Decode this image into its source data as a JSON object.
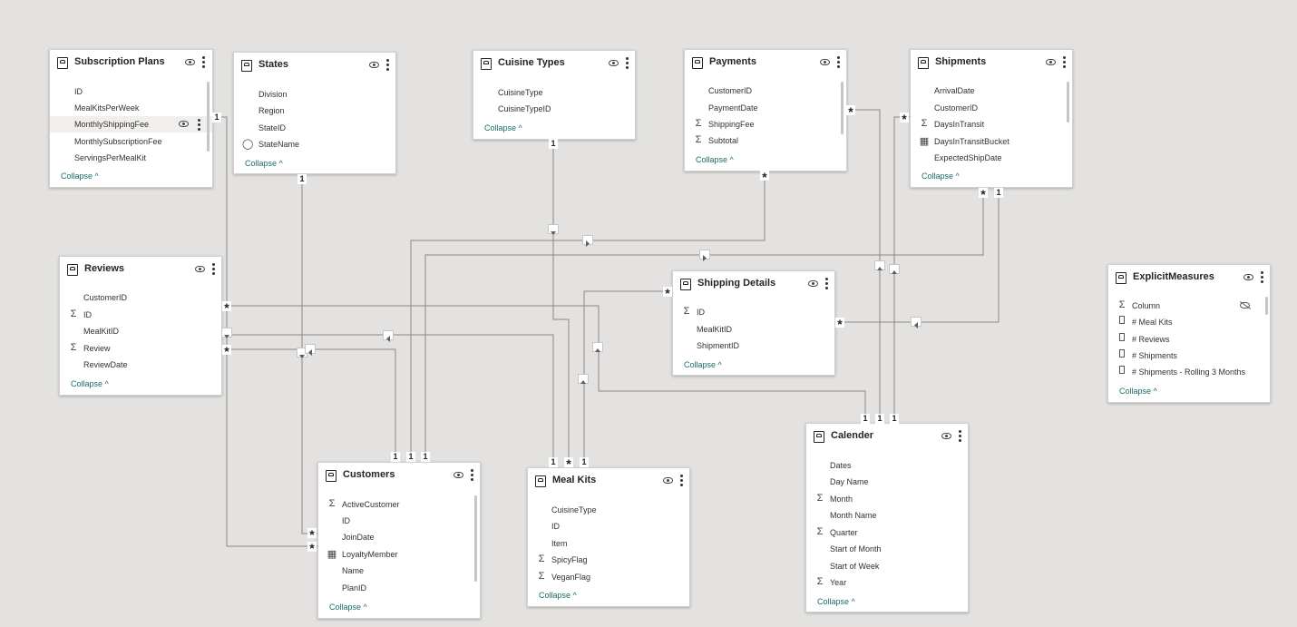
{
  "tables": {
    "subscription_plans": {
      "title": "Subscription Plans",
      "fields": [
        "ID",
        "MealKitsPerWeek",
        "MonthlyShippingFee",
        "MonthlySubscriptionFee",
        "ServingsPerMealKit"
      ],
      "collapse": "Collapse ^"
    },
    "states": {
      "title": "States",
      "fields": [
        "Division",
        "Region",
        "StateID",
        "StateName"
      ],
      "collapse": "Collapse ^"
    },
    "cuisine_types": {
      "title": "Cuisine Types",
      "fields": [
        "CuisineType",
        "CuisineTypeID"
      ],
      "collapse": "Collapse ^"
    },
    "payments": {
      "title": "Payments",
      "fields": [
        "CustomerID",
        "PaymentDate",
        "ShippingFee",
        "Subtotal"
      ],
      "collapse": "Collapse ^"
    },
    "shipments": {
      "title": "Shipments",
      "fields": [
        "ArrivalDate",
        "CustomerID",
        "DaysInTransit",
        "DaysInTransitBucket",
        "ExpectedShipDate"
      ],
      "collapse": "Collapse ^"
    },
    "reviews": {
      "title": "Reviews",
      "fields": [
        "CustomerID",
        "ID",
        "MealKitID",
        "Review",
        "ReviewDate"
      ],
      "collapse": "Collapse ^"
    },
    "shipping_details": {
      "title": "Shipping Details",
      "fields": [
        "ID",
        "MealKitID",
        "ShipmentID"
      ],
      "collapse": "Collapse ^"
    },
    "explicit_measures": {
      "title": "ExplicitMeasures",
      "fields": [
        "Column",
        "# Meal Kits",
        "# Reviews",
        "# Shipments",
        "# Shipments - Rolling 3 Months"
      ],
      "collapse": "Collapse ^"
    },
    "customers": {
      "title": "Customers",
      "fields": [
        "ActiveCustomer",
        "ID",
        "JoinDate",
        "LoyaltyMember",
        "Name",
        "PlanID"
      ],
      "collapse": "Collapse ^"
    },
    "meal_kits": {
      "title": "Meal Kits",
      "fields": [
        "CuisineType",
        "ID",
        "Item",
        "SpicyFlag",
        "VeganFlag"
      ],
      "collapse": "Collapse ^"
    },
    "calender": {
      "title": "Calender",
      "fields": [
        "Dates",
        "Day Name",
        "Month",
        "Month Name",
        "Quarter",
        "Start of Month",
        "Start of Week",
        "Year"
      ],
      "collapse": "Collapse ^"
    }
  },
  "cardinality": {
    "one": "1",
    "many": "*"
  },
  "icons": {
    "sum": "Σ",
    "globe": "globe-icon",
    "calc_table": "calc-table-icon",
    "measure": "measure-icon",
    "eye": "eye-icon",
    "more": "more-icon"
  },
  "colors": {
    "canvas": "#e3e2e1",
    "line": "#8a8886",
    "accent": "#1a6d6a"
  }
}
